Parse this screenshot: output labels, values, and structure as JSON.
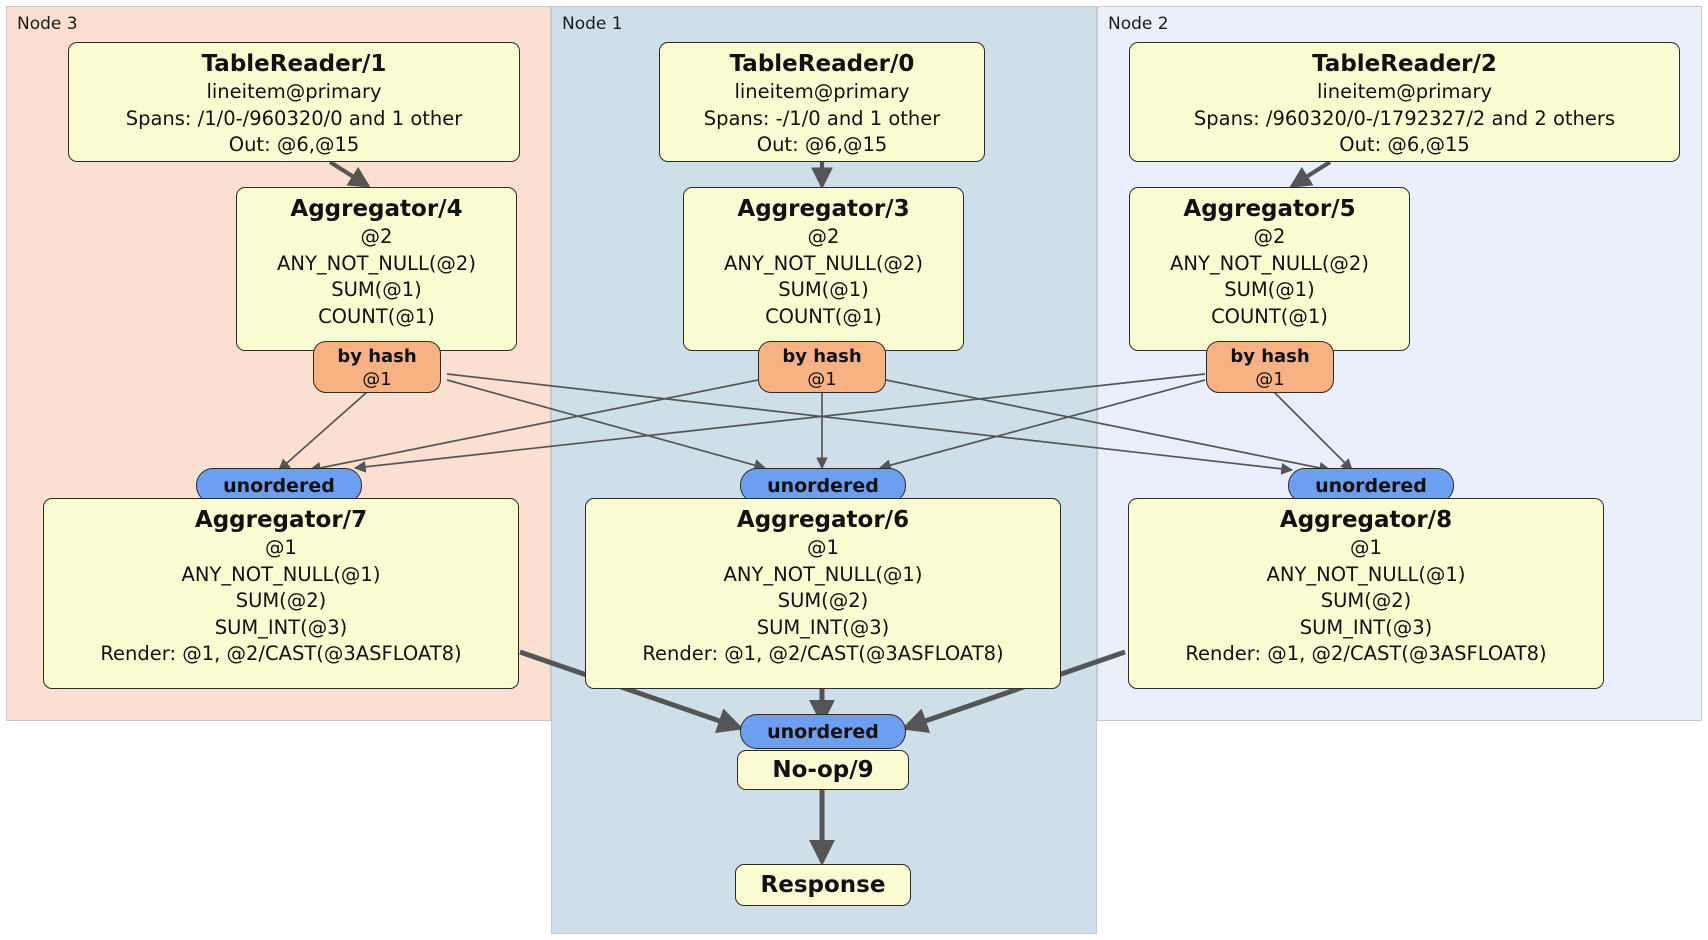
{
  "regions": [
    {
      "id": "node3",
      "label": "Node 3"
    },
    {
      "id": "node1",
      "label": "Node 1"
    },
    {
      "id": "node2",
      "label": "Node 2"
    }
  ],
  "processors": {
    "tablereader_1": {
      "title": "TableReader/1",
      "line1": "lineitem@primary",
      "line2": "Spans: /1/0-/960320/0 and 1 other",
      "line3": "Out: @6,@15"
    },
    "tablereader_0": {
      "title": "TableReader/0",
      "line1": "lineitem@primary",
      "line2": "Spans: -/1/0 and 1 other",
      "line3": "Out: @6,@15"
    },
    "tablereader_2": {
      "title": "TableReader/2",
      "line1": "lineitem@primary",
      "line2": "Spans: /960320/0-/1792327/2 and 2 others",
      "line3": "Out: @6,@15"
    },
    "aggregator_4": {
      "title": "Aggregator/4",
      "line1": "@2",
      "line2": "ANY_NOT_NULL(@2)",
      "line3": "SUM(@1)",
      "line4": "COUNT(@1)"
    },
    "aggregator_3": {
      "title": "Aggregator/3",
      "line1": "@2",
      "line2": "ANY_NOT_NULL(@2)",
      "line3": "SUM(@1)",
      "line4": "COUNT(@1)"
    },
    "aggregator_5": {
      "title": "Aggregator/5",
      "line1": "@2",
      "line2": "ANY_NOT_NULL(@2)",
      "line3": "SUM(@1)",
      "line4": "COUNT(@1)"
    },
    "aggregator_7": {
      "title": "Aggregator/7",
      "line1": "@1",
      "line2": "ANY_NOT_NULL(@1)",
      "line3": "SUM(@2)",
      "line4": "SUM_INT(@3)",
      "line5": "Render: @1, @2/CAST(@3ASFLOAT8)"
    },
    "aggregator_6": {
      "title": "Aggregator/6",
      "line1": "@1",
      "line2": "ANY_NOT_NULL(@1)",
      "line3": "SUM(@2)",
      "line4": "SUM_INT(@3)",
      "line5": "Render: @1, @2/CAST(@3ASFLOAT8)"
    },
    "aggregator_8": {
      "title": "Aggregator/8",
      "line1": "@1",
      "line2": "ANY_NOT_NULL(@1)",
      "line3": "SUM(@2)",
      "line4": "SUM_INT(@3)",
      "line5": "Render: @1, @2/CAST(@3ASFLOAT8)"
    },
    "noop_9": {
      "title": "No-op/9"
    },
    "response": {
      "title": "Response"
    }
  },
  "badges": {
    "by_hash_left": {
      "kind": "by hash",
      "column": "@1"
    },
    "by_hash_center": {
      "kind": "by hash",
      "column": "@1"
    },
    "by_hash_right": {
      "kind": "by hash",
      "column": "@1"
    },
    "unordered_left": {
      "label": "unordered"
    },
    "unordered_center": {
      "label": "unordered"
    },
    "unordered_right": {
      "label": "unordered"
    },
    "unordered_final": {
      "label": "unordered"
    }
  },
  "colors": {
    "region_node3": "#fbe0d2",
    "region_node1": "#cfdfe9",
    "region_node2": "#eaf0fb",
    "processor_fill": "#fbfbd2",
    "processor_stroke": "#2b2b2b",
    "by_hash_fill": "#f7b183",
    "unordered_fill": "#6c9ff0",
    "edge_stroke": "#555555"
  }
}
